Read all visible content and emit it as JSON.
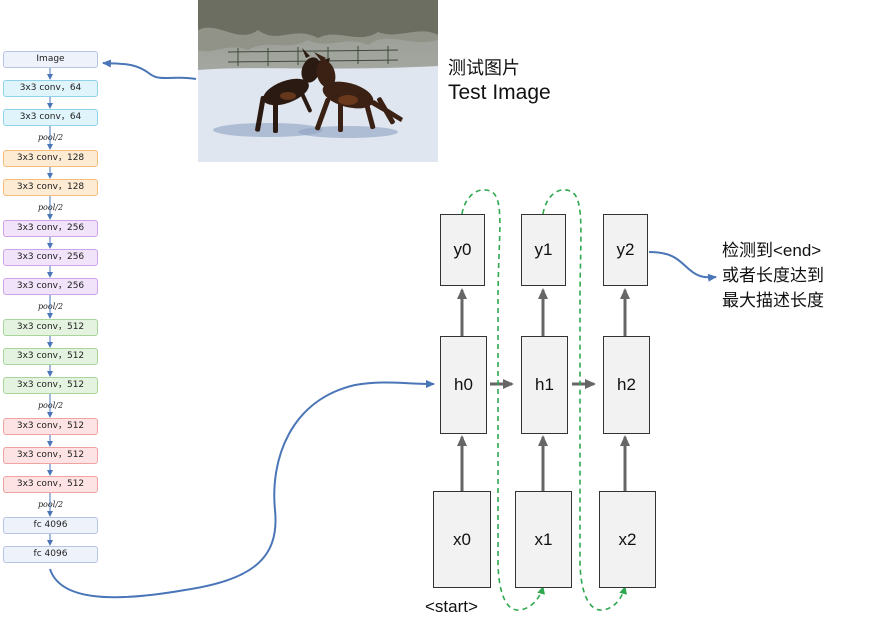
{
  "vgg": {
    "layers": [
      {
        "label": "Image",
        "color": "grey"
      },
      {
        "label": "3x3 conv，64",
        "color": "cyan"
      },
      {
        "label": "3x3 conv，64",
        "color": "cyan"
      },
      {
        "label": "pool/2",
        "kind": "pool"
      },
      {
        "label": "3x3 conv，128",
        "color": "orange"
      },
      {
        "label": "3x3 conv，128",
        "color": "orange"
      },
      {
        "label": "pool/2",
        "kind": "pool"
      },
      {
        "label": "3x3 conv，256",
        "color": "purple"
      },
      {
        "label": "3x3 conv，256",
        "color": "purple"
      },
      {
        "label": "3x3 conv，256",
        "color": "purple"
      },
      {
        "label": "pool/2",
        "kind": "pool"
      },
      {
        "label": "3x3 conv，512",
        "color": "green"
      },
      {
        "label": "3x3 conv，512",
        "color": "green"
      },
      {
        "label": "3x3 conv，512",
        "color": "green"
      },
      {
        "label": "pool/2",
        "kind": "pool"
      },
      {
        "label": "3x3 conv，512",
        "color": "red"
      },
      {
        "label": "3x3 conv，512",
        "color": "red"
      },
      {
        "label": "3x3 conv，512",
        "color": "red"
      },
      {
        "label": "pool/2",
        "kind": "pool"
      },
      {
        "label": "fc 4096",
        "color": "grey"
      },
      {
        "label": "fc 4096",
        "color": "grey"
      }
    ]
  },
  "test_image": {
    "caption_zh": "测试图片",
    "caption_en": "Test Image"
  },
  "rnn": {
    "outputs": [
      "y0",
      "y1",
      "y2"
    ],
    "hidden": [
      "h0",
      "h1",
      "h2"
    ],
    "inputs": [
      "x0",
      "x1",
      "x2"
    ],
    "start_token": "<start>",
    "end_note": [
      "检测到<end>",
      "或者长度达到",
      "最大描述长度"
    ]
  },
  "colors": {
    "connector": "#4a76b8",
    "feedback": "#2fa84f",
    "rnn_arrow": "#666666"
  }
}
